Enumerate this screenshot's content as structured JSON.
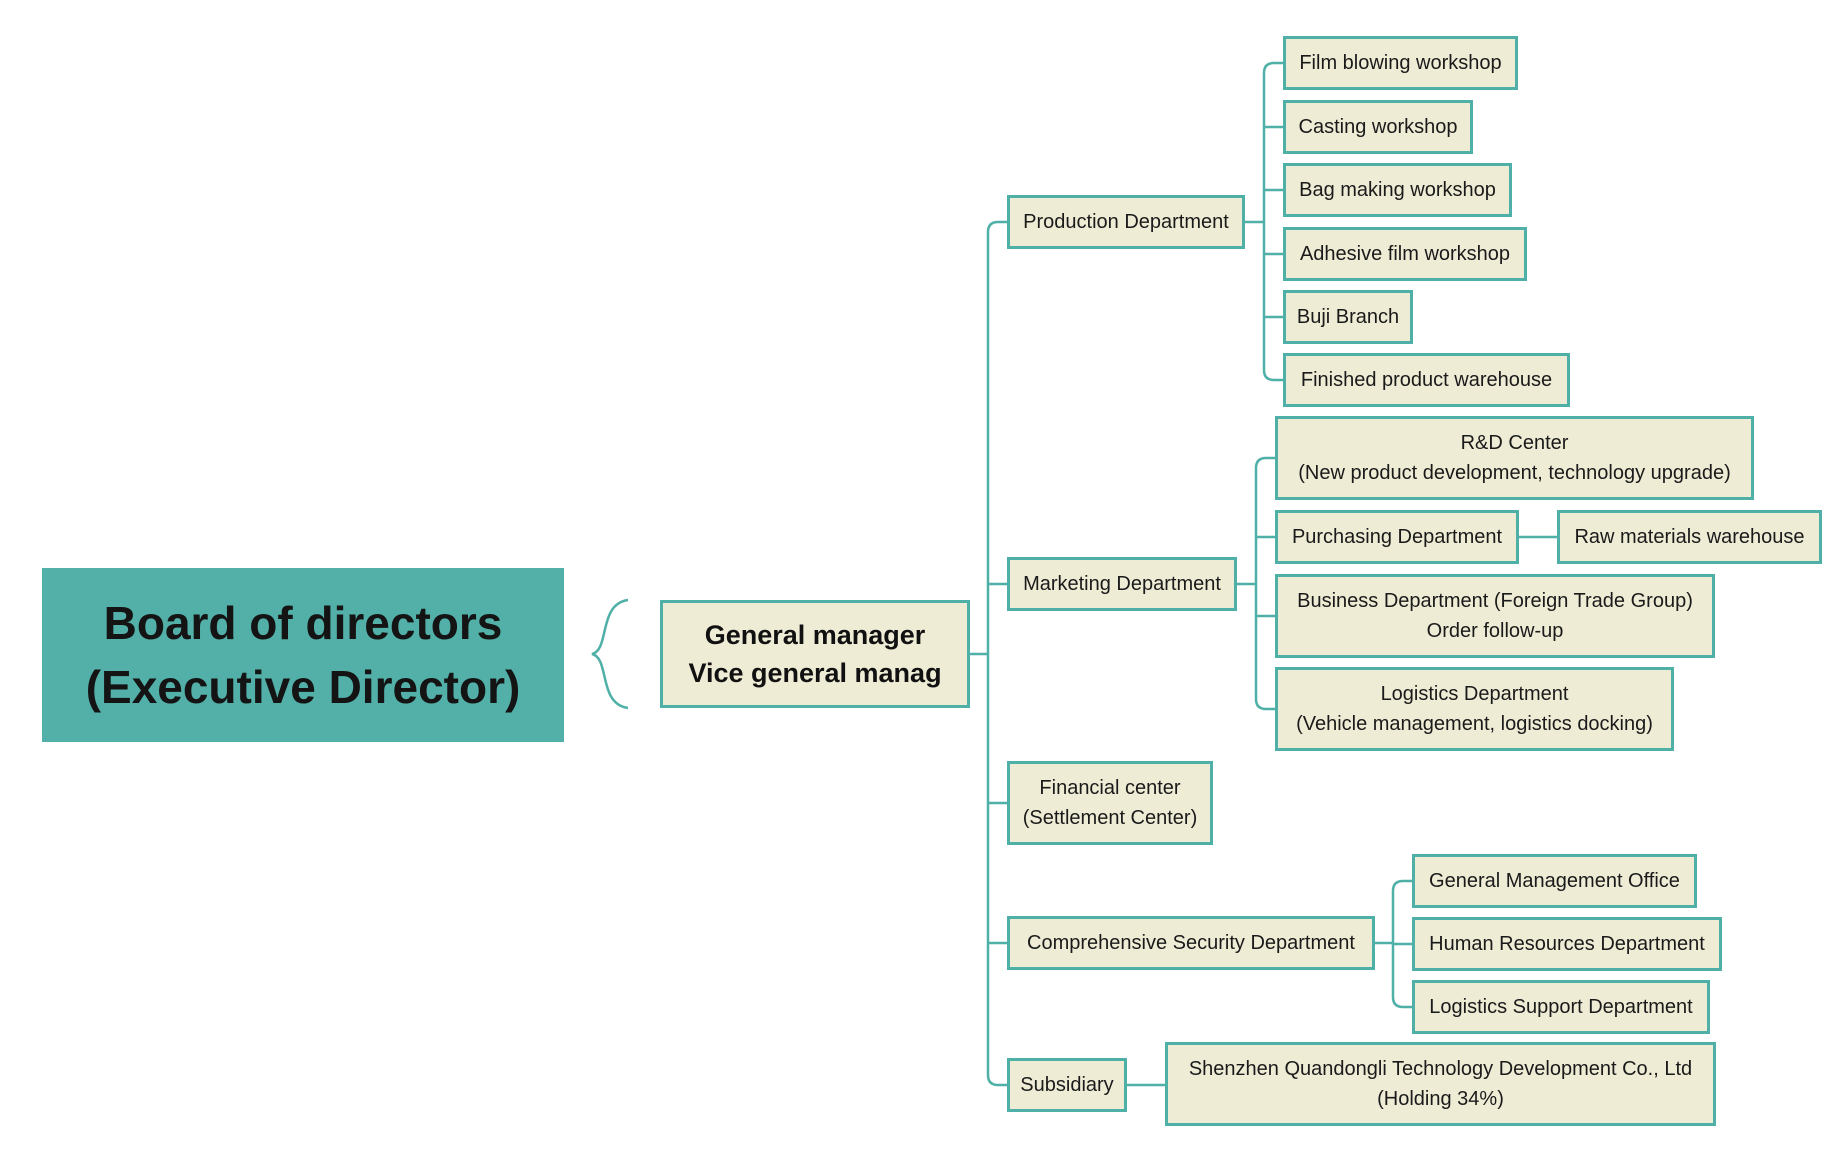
{
  "colors": {
    "root_fill": "#52b0a8",
    "node_fill": "#efecd6",
    "line": "#4fb0a8"
  },
  "root": {
    "line1": "Board of directors",
    "line2": "(Executive Director)"
  },
  "general_manager": {
    "line1": "General manager",
    "line2": "Vice general manag"
  },
  "production": {
    "label": "Production Department",
    "children": [
      "Film blowing workshop",
      "Casting workshop",
      "Bag making workshop",
      "Adhesive film workshop",
      "Buji Branch",
      "Finished product warehouse"
    ]
  },
  "marketing": {
    "label": "Marketing Department",
    "rd": {
      "line1": "R&D Center",
      "line2": "(New product development, technology upgrade)"
    },
    "purchasing": {
      "label": "Purchasing Department",
      "child": "Raw materials warehouse"
    },
    "business": {
      "line1": "Business Department (Foreign Trade Group)",
      "line2": "Order follow-up"
    },
    "logistics": {
      "line1": "Logistics Department",
      "line2": "(Vehicle management, logistics docking)"
    }
  },
  "financial": {
    "line1": "Financial center",
    "line2": "(Settlement Center)"
  },
  "security": {
    "label": "Comprehensive Security Department",
    "children": [
      "General Management Office",
      "Human Resources Department",
      "Logistics Support Department"
    ]
  },
  "subsidiary": {
    "label": "Subsidiary",
    "child_line1": "Shenzhen Quandongli Technology Development Co., Ltd",
    "child_line2": "(Holding 34%)"
  }
}
